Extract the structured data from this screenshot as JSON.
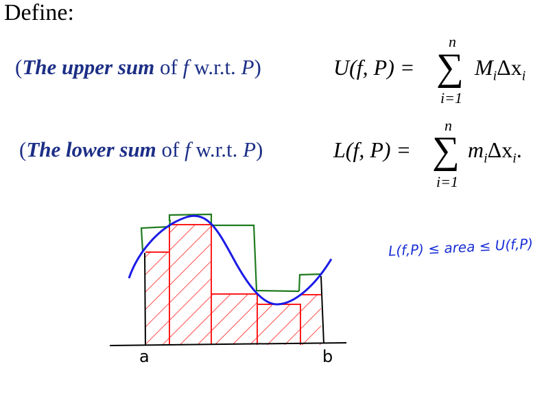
{
  "heading": "Define:",
  "upper": {
    "open": "(",
    "name": "The upper sum",
    "of": " of ",
    "f": "f",
    "wrt": " w.r.t. ",
    "P": "P",
    "close": ")",
    "lhs_name": "U",
    "lhs_args": "(f, P) =",
    "sigma": "∑",
    "top_limit": "n",
    "bottom_limit": "i=1",
    "term_main": "M",
    "term_sub": "i",
    "term_delta": "Δx",
    "term_sub2": "i",
    "term_end": ""
  },
  "lower": {
    "open": "(",
    "name": "The lower sum",
    "of": " of ",
    "f": "f",
    "wrt": " w.r.t. ",
    "P": "P",
    "close": ")",
    "lhs_name": "L",
    "lhs_args": "(f, P) =",
    "sigma": "∑",
    "top_limit": "n",
    "bottom_limit": "i=1",
    "term_main": "m",
    "term_sub": "i",
    "term_delta": "Δx",
    "term_sub2": "i",
    "term_end": "."
  },
  "figure": {
    "label_a": "a",
    "label_b": "b",
    "note": "L(f,P) ≤ area ≤ U(f,P)",
    "colors": {
      "curve": "#1a1ae6",
      "upper_rect": "#1e7a1e",
      "lower_rect": "#ff1a1a",
      "axis": "#000000",
      "label_text": "#1c2f86"
    }
  }
}
